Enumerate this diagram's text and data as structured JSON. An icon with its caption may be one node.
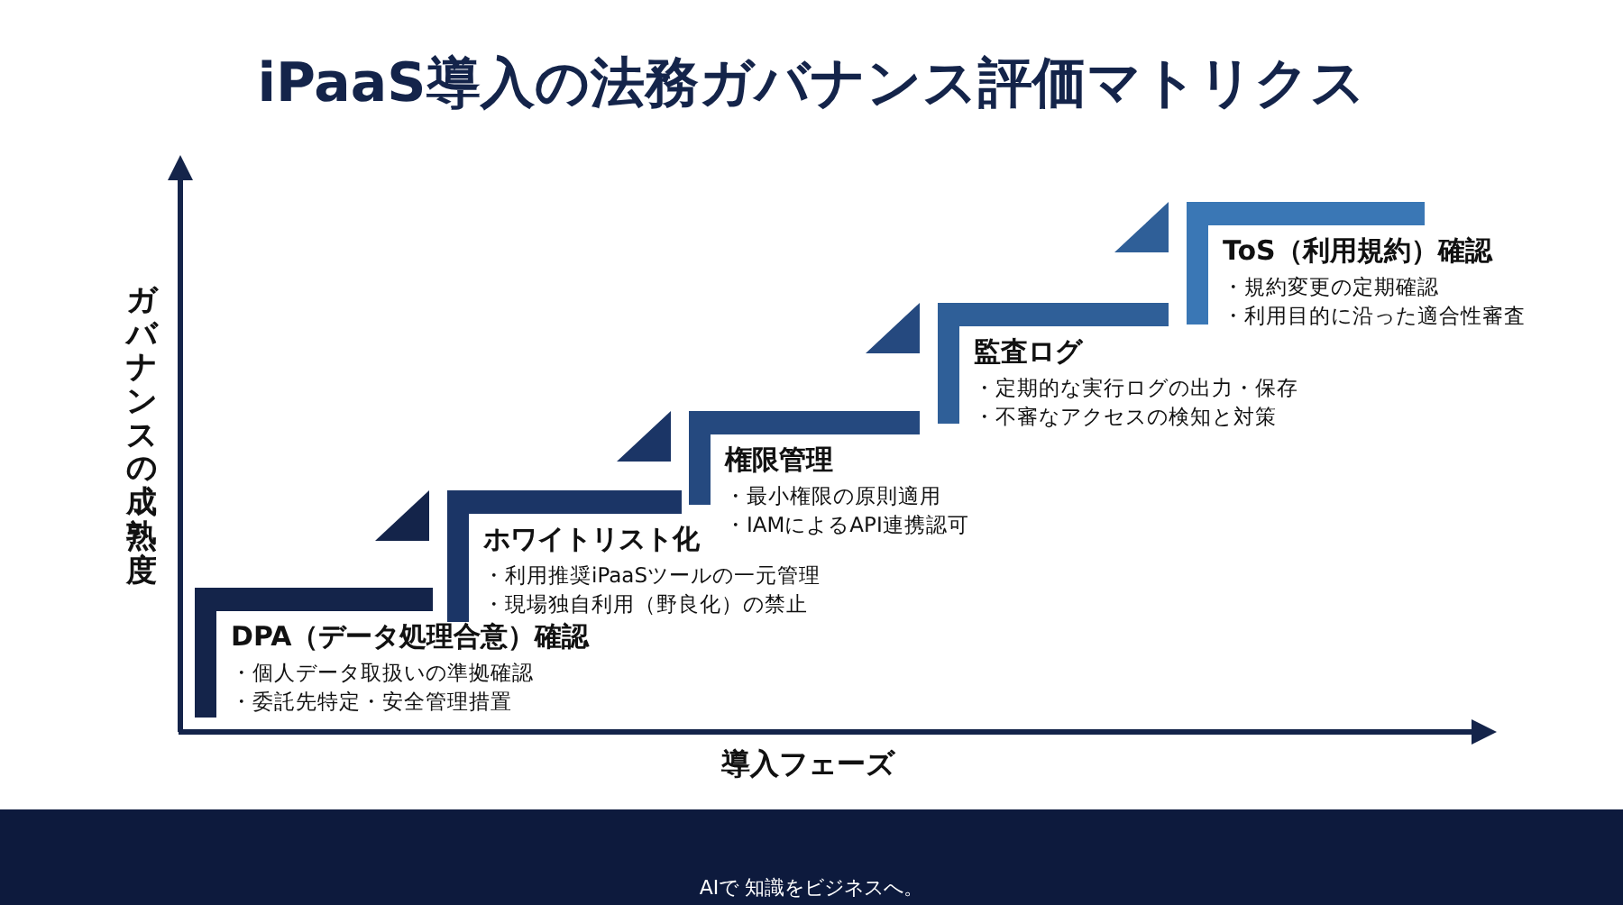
{
  "diagram": {
    "title": "iPaaS導入の法務ガバナンス評価マトリクス",
    "nodes": [
      {
        "text": [
          "DPA（データ処理合意）確認",
          "・個人データ取扱いの準拠確認",
          "・委託先特定・安全管理措置"
        ]
      },
      {
        "text": [
          "ホワイトリスト化",
          "・利用推奨iPaaSツールの一元管理",
          "・現場独自利用（野良化）の禁止"
        ]
      },
      {
        "text": [
          "権限管理",
          "・最小権限の原則適用",
          "・IAMによるAPI連携認可"
        ]
      },
      {
        "text": [
          "監査ログ",
          "・定期的な実行ログの出力・保存",
          "・不審なアクセスの検知と対策"
        ]
      },
      {
        "text": [
          "ToS（利用規約）確認",
          "・規約変更の定期確認",
          "・利用目的に沿った適合性審査"
        ]
      }
    ],
    "labels": [
      "ガバナンスの成熟度",
      "導入フェーズ",
      "AIで 知識をビジネスへ。"
    ]
  }
}
